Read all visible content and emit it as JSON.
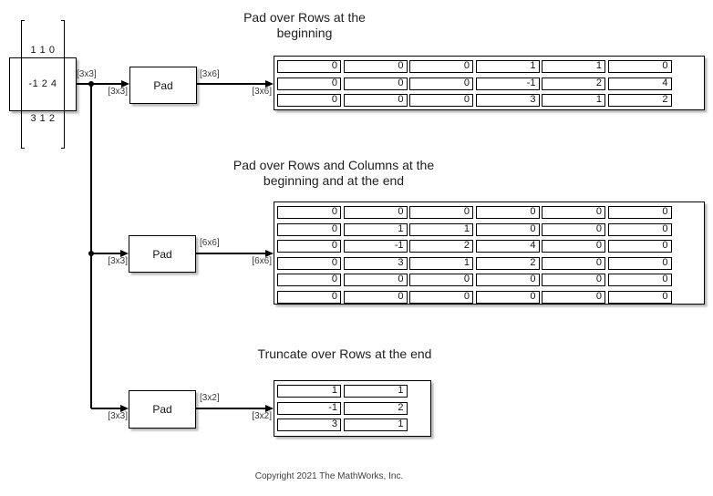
{
  "titles": [
    {
      "lines": [
        "Pad over Rows at the",
        "beginning"
      ]
    },
    {
      "lines": [
        "Pad over Rows and Columns at the",
        "beginning and at the end"
      ]
    },
    {
      "lines": [
        "Truncate over Rows at the end"
      ]
    }
  ],
  "copyright": "Copyright 2021 The MathWorks, Inc.",
  "source_block": {
    "matrix_rows": [
      "1 1 0",
      "-1 2 4",
      "3 1 2"
    ],
    "output_label": "[3x3]"
  },
  "pads": [
    {
      "label": "Pad",
      "input_label": "[3x3]",
      "output_label": "[3x6]"
    },
    {
      "label": "Pad",
      "input_label": "[3x3]",
      "output_label": "[6x6]"
    },
    {
      "label": "Pad",
      "input_label": "[3x3]",
      "output_label": "[3x2]"
    }
  ],
  "displays": [
    {
      "input_label": "[3x6]",
      "values": [
        [
          0,
          0,
          0,
          1,
          1,
          0
        ],
        [
          0,
          0,
          0,
          -1,
          2,
          4
        ],
        [
          0,
          0,
          0,
          3,
          1,
          2
        ]
      ]
    },
    {
      "input_label": "[6x6]",
      "values": [
        [
          0,
          0,
          0,
          0,
          0,
          0
        ],
        [
          0,
          1,
          1,
          0,
          0,
          0
        ],
        [
          0,
          -1,
          2,
          4,
          0,
          0
        ],
        [
          0,
          3,
          1,
          2,
          0,
          0
        ],
        [
          0,
          0,
          0,
          0,
          0,
          0
        ],
        [
          0,
          0,
          0,
          0,
          0,
          0
        ]
      ]
    },
    {
      "input_label": "[3x2]",
      "values": [
        [
          1,
          1
        ],
        [
          -1,
          2
        ],
        [
          3,
          1
        ]
      ]
    }
  ],
  "colors": {
    "background": "#ffffff",
    "wire": "#000000",
    "label_text": "#3a3a3a"
  }
}
